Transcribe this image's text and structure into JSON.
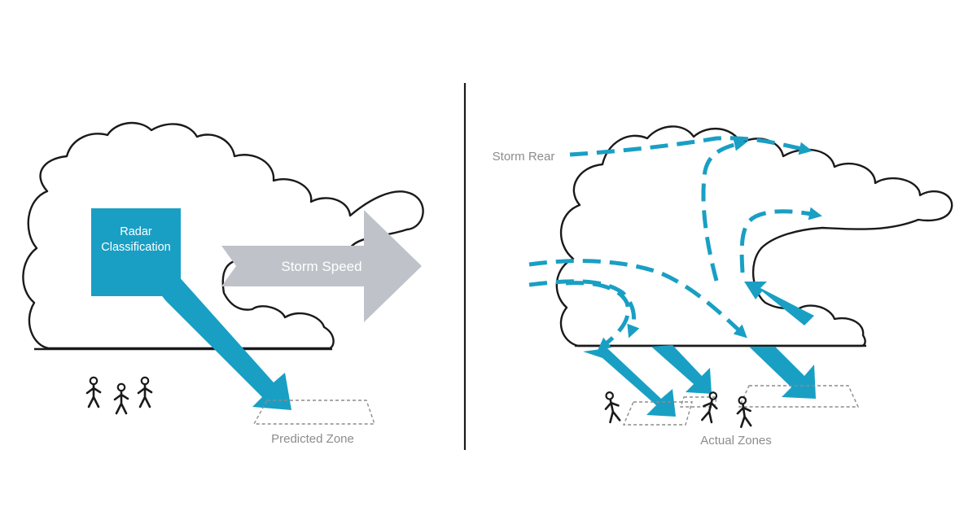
{
  "colors": {
    "accent": "#199fc4",
    "arrow_gray": "#bfc3c9",
    "outline": "#1a1a1a",
    "label_gray": "#8c8c8c",
    "zone_dash": "#8c8c8c"
  },
  "left_panel": {
    "radar_label_line1": "Radar",
    "radar_label_line2": "Classification",
    "speed_label": "Storm Speed",
    "zone_label": "Predicted Zone"
  },
  "right_panel": {
    "rear_label": "Storm Rear",
    "zone_label": "Actual Zones"
  },
  "icons": [
    "cloud-icon",
    "person-icon",
    "arrow-icon"
  ]
}
